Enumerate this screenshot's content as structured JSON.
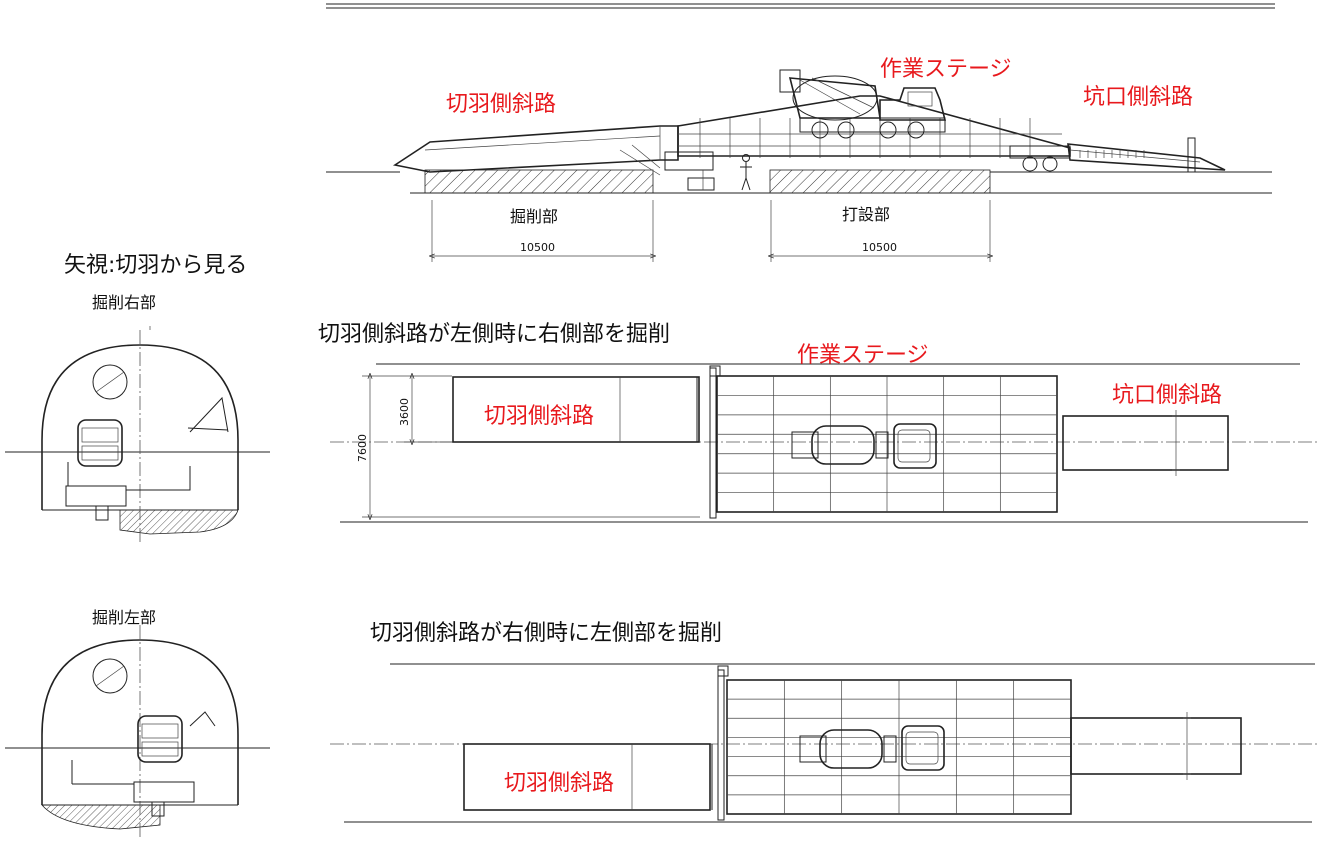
{
  "colors": {
    "label_red": "#e8191d",
    "line": "#222222",
    "text": "#111111"
  },
  "side_view": {
    "label_face_ramp": "切羽側斜路",
    "label_stage": "作業ステージ",
    "label_portal_ramp": "坑口側斜路",
    "label_excavation": "掘削部",
    "label_placement": "打設部",
    "dim_excavation": "10500",
    "dim_placement": "10500"
  },
  "view_note": "矢視:切羽から見る",
  "cross_section_right": {
    "title": "掘削右部"
  },
  "cross_section_left": {
    "title": "掘削左部"
  },
  "plan_view_1": {
    "caption": "切羽側斜路が左側時に右側部を掘削",
    "label_stage": "作業ステージ",
    "label_portal_ramp": "坑口側斜路",
    "label_face_ramp": "切羽側斜路",
    "dim_total_width": "7600",
    "dim_ramp_width": "3600"
  },
  "plan_view_2": {
    "caption": "切羽側斜路が右側時に左側部を掘削",
    "label_face_ramp": "切羽側斜路"
  }
}
